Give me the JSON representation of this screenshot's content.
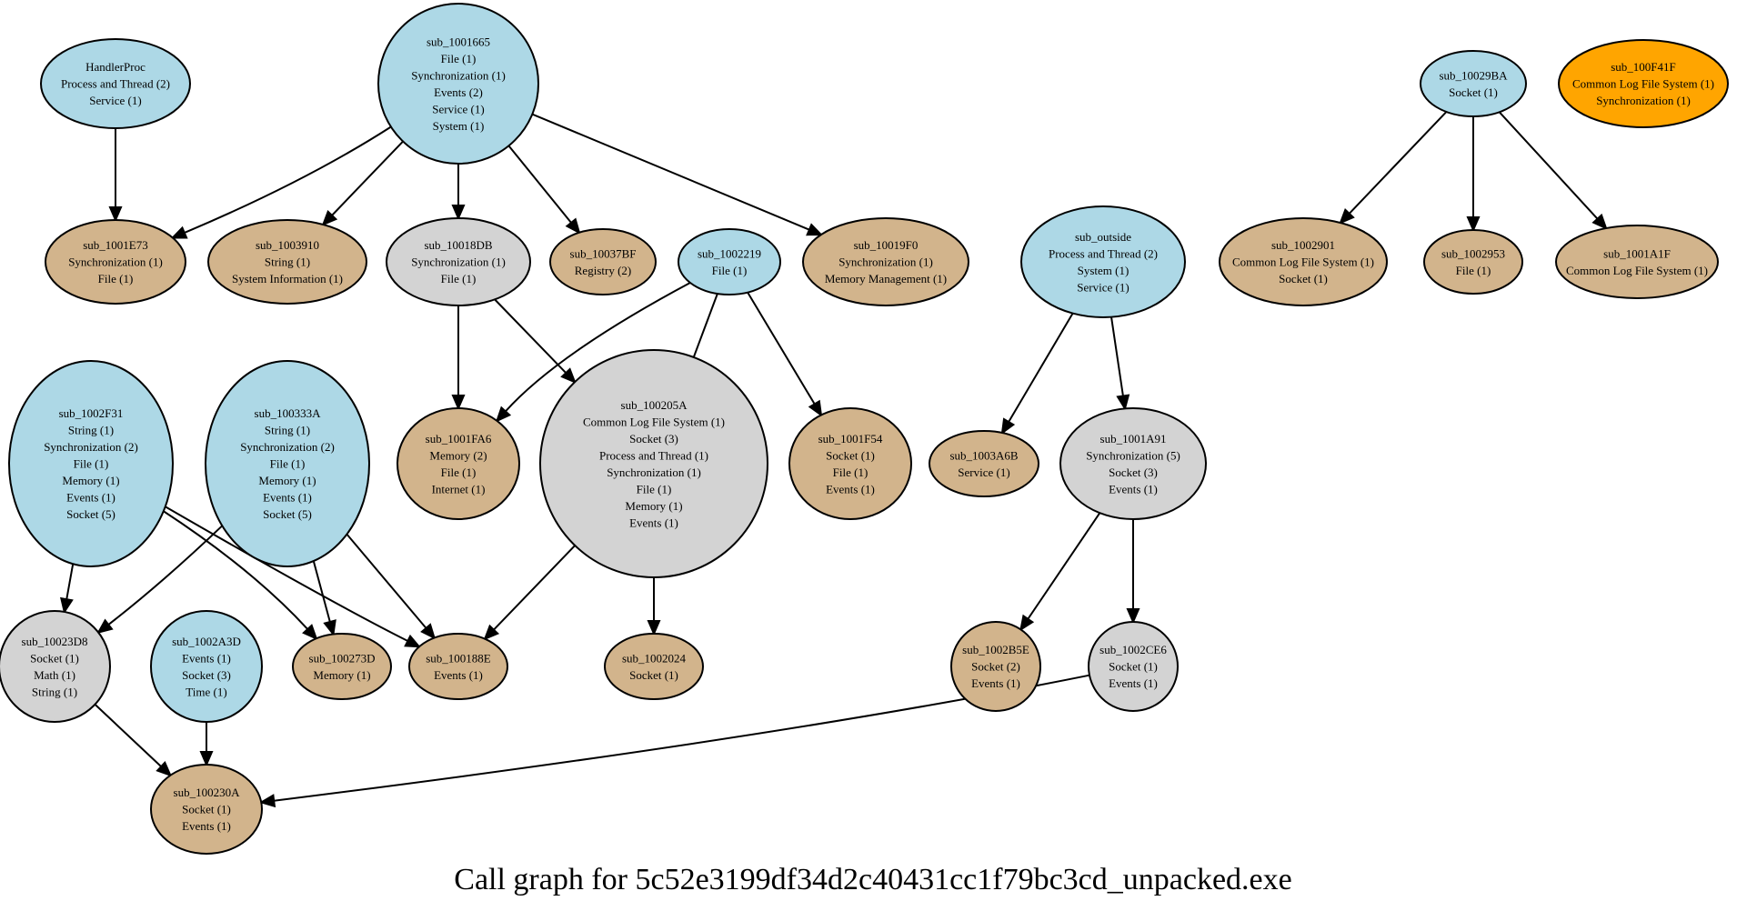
{
  "title": "Call graph for 5c52e3199df34d2c40431cc1f79bc3cd_unpacked.exe",
  "colors": {
    "lightblue": "#add8e6",
    "tan": "#d2b48c",
    "lightgray": "#d3d3d3",
    "orange": "#ffa500"
  },
  "nodes": [
    {
      "id": "HandlerProc",
      "color": "lightblue",
      "lines": [
        "HandlerProc",
        "Process and Thread (2)",
        "Service (1)"
      ]
    },
    {
      "id": "sub_1001665",
      "color": "lightblue",
      "lines": [
        "sub_1001665",
        "File (1)",
        "Synchronization (1)",
        "Events (2)",
        "Service (1)",
        "System (1)"
      ]
    },
    {
      "id": "sub_1001E73",
      "color": "tan",
      "lines": [
        "sub_1001E73",
        "Synchronization (1)",
        "File (1)"
      ]
    },
    {
      "id": "sub_1003910",
      "color": "tan",
      "lines": [
        "sub_1003910",
        "String (1)",
        "System Information (1)"
      ]
    },
    {
      "id": "sub_10018DB",
      "color": "lightgray",
      "lines": [
        "sub_10018DB",
        "Synchronization (1)",
        "File (1)"
      ]
    },
    {
      "id": "sub_10037BF",
      "color": "tan",
      "lines": [
        "sub_10037BF",
        "Registry (2)"
      ]
    },
    {
      "id": "sub_1002219",
      "color": "lightblue",
      "lines": [
        "sub_1002219",
        "File (1)"
      ]
    },
    {
      "id": "sub_10019F0",
      "color": "tan",
      "lines": [
        "sub_10019F0",
        "Synchronization (1)",
        "Memory Management (1)"
      ]
    },
    {
      "id": "sub_outside",
      "color": "lightblue",
      "lines": [
        "sub_outside",
        "Process and Thread (2)",
        "System (1)",
        "Service (1)"
      ]
    },
    {
      "id": "sub_10029BA",
      "color": "lightblue",
      "lines": [
        "sub_10029BA",
        "Socket (1)"
      ]
    },
    {
      "id": "sub_100F41F",
      "color": "orange",
      "lines": [
        "sub_100F41F",
        "Common Log File System (1)",
        "Synchronization (1)"
      ]
    },
    {
      "id": "sub_1002901",
      "color": "tan",
      "lines": [
        "sub_1002901",
        "Common Log File System (1)",
        "Socket (1)"
      ]
    },
    {
      "id": "sub_1002953",
      "color": "tan",
      "lines": [
        "sub_1002953",
        "File (1)"
      ]
    },
    {
      "id": "sub_1001A1F",
      "color": "tan",
      "lines": [
        "sub_1001A1F",
        "Common Log File System (1)"
      ]
    },
    {
      "id": "sub_1002F31",
      "color": "lightblue",
      "lines": [
        "sub_1002F31",
        "String (1)",
        "Synchronization (2)",
        "File (1)",
        "Memory (1)",
        "Events (1)",
        "Socket (5)"
      ]
    },
    {
      "id": "sub_100333A",
      "color": "lightblue",
      "lines": [
        "sub_100333A",
        "String (1)",
        "Synchronization (2)",
        "File (1)",
        "Memory (1)",
        "Events (1)",
        "Socket (5)"
      ]
    },
    {
      "id": "sub_1001FA6",
      "color": "tan",
      "lines": [
        "sub_1001FA6",
        "Memory (2)",
        "File (1)",
        "Internet (1)"
      ]
    },
    {
      "id": "sub_100205A",
      "color": "lightgray",
      "lines": [
        "sub_100205A",
        "Common Log File System (1)",
        "Socket (3)",
        "Process and Thread (1)",
        "Synchronization (1)",
        "File (1)",
        "Memory (1)",
        "Events (1)"
      ]
    },
    {
      "id": "sub_1001F54",
      "color": "tan",
      "lines": [
        "sub_1001F54",
        "Socket (1)",
        "File (1)",
        "Events (1)"
      ]
    },
    {
      "id": "sub_1003A6B",
      "color": "tan",
      "lines": [
        "sub_1003A6B",
        "Service (1)"
      ]
    },
    {
      "id": "sub_1001A91",
      "color": "lightgray",
      "lines": [
        "sub_1001A91",
        "Synchronization (5)",
        "Socket (3)",
        "Events (1)"
      ]
    },
    {
      "id": "sub_10023D8",
      "color": "lightgray",
      "lines": [
        "sub_10023D8",
        "Socket (1)",
        "Math (1)",
        "String (1)"
      ]
    },
    {
      "id": "sub_1002A3D",
      "color": "lightblue",
      "lines": [
        "sub_1002A3D",
        "Events (1)",
        "Socket (3)",
        "Time (1)"
      ]
    },
    {
      "id": "sub_100273D",
      "color": "tan",
      "lines": [
        "sub_100273D",
        "Memory (1)"
      ]
    },
    {
      "id": "sub_100188E",
      "color": "tan",
      "lines": [
        "sub_100188E",
        "Events (1)"
      ]
    },
    {
      "id": "sub_1002024",
      "color": "tan",
      "lines": [
        "sub_1002024",
        "Socket (1)"
      ]
    },
    {
      "id": "sub_1002B5E",
      "color": "tan",
      "lines": [
        "sub_1002B5E",
        "Socket (2)",
        "Events (1)"
      ]
    },
    {
      "id": "sub_1002CE6",
      "color": "lightgray",
      "lines": [
        "sub_1002CE6",
        "Socket (1)",
        "Events (1)"
      ]
    },
    {
      "id": "sub_100230A",
      "color": "tan",
      "lines": [
        "sub_100230A",
        "Socket (1)",
        "Events (1)"
      ]
    }
  ],
  "edges": [
    {
      "from": "HandlerProc",
      "to": "sub_1001E73"
    },
    {
      "from": "sub_1001665",
      "to": "sub_1001E73"
    },
    {
      "from": "sub_1001665",
      "to": "sub_1003910"
    },
    {
      "from": "sub_1001665",
      "to": "sub_10018DB"
    },
    {
      "from": "sub_1001665",
      "to": "sub_10037BF"
    },
    {
      "from": "sub_1001665",
      "to": "sub_10019F0"
    },
    {
      "from": "sub_10018DB",
      "to": "sub_1001FA6"
    },
    {
      "from": "sub_10018DB",
      "to": "sub_100205A"
    },
    {
      "from": "sub_1002219",
      "to": "sub_1001FA6"
    },
    {
      "from": "sub_1002219",
      "to": "sub_100205A"
    },
    {
      "from": "sub_1002219",
      "to": "sub_1001F54"
    },
    {
      "from": "sub_outside",
      "to": "sub_1003A6B"
    },
    {
      "from": "sub_outside",
      "to": "sub_1001A91"
    },
    {
      "from": "sub_10029BA",
      "to": "sub_1002901"
    },
    {
      "from": "sub_10029BA",
      "to": "sub_1002953"
    },
    {
      "from": "sub_10029BA",
      "to": "sub_1001A1F"
    },
    {
      "from": "sub_1002F31",
      "to": "sub_10023D8"
    },
    {
      "from": "sub_1002F31",
      "to": "sub_100273D"
    },
    {
      "from": "sub_1002F31",
      "to": "sub_100188E"
    },
    {
      "from": "sub_100333A",
      "to": "sub_10023D8"
    },
    {
      "from": "sub_100333A",
      "to": "sub_100273D"
    },
    {
      "from": "sub_100333A",
      "to": "sub_100188E"
    },
    {
      "from": "sub_100205A",
      "to": "sub_100188E"
    },
    {
      "from": "sub_100205A",
      "to": "sub_1002024"
    },
    {
      "from": "sub_1001A91",
      "to": "sub_1002B5E"
    },
    {
      "from": "sub_1001A91",
      "to": "sub_1002CE6"
    },
    {
      "from": "sub_10023D8",
      "to": "sub_100230A"
    },
    {
      "from": "sub_1002A3D",
      "to": "sub_100230A"
    },
    {
      "from": "sub_1002CE6",
      "to": "sub_100230A"
    }
  ]
}
